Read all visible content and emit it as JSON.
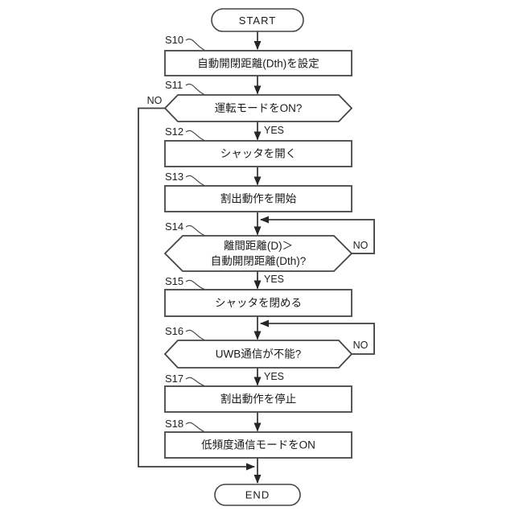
{
  "figure": {
    "background": "#ffffff",
    "line_color": "#3d3d3d",
    "text_color": "#1a1a1a",
    "terminals": {
      "start": "START",
      "end": "END"
    },
    "branch_labels": {
      "yes": "YES",
      "no": "NO"
    },
    "steps": [
      {
        "id": "S10",
        "type": "process",
        "text": "自動開閉距離(Dth)を設定"
      },
      {
        "id": "S11",
        "type": "decision",
        "text": "運転モードをON?"
      },
      {
        "id": "S12",
        "type": "process",
        "text": "シャッタを開く"
      },
      {
        "id": "S13",
        "type": "process",
        "text": "割出動作を開始"
      },
      {
        "id": "S14",
        "type": "decision",
        "text_line1": "離間距離(D)＞",
        "text_line2": "自動開閉距離(Dth)?"
      },
      {
        "id": "S15",
        "type": "process",
        "text": "シャッタを閉める"
      },
      {
        "id": "S16",
        "type": "decision",
        "text": "UWB通信が不能?"
      },
      {
        "id": "S17",
        "type": "process",
        "text": "割出動作を停止"
      },
      {
        "id": "S18",
        "type": "process",
        "text": "低頻度通信モードをON"
      }
    ]
  }
}
